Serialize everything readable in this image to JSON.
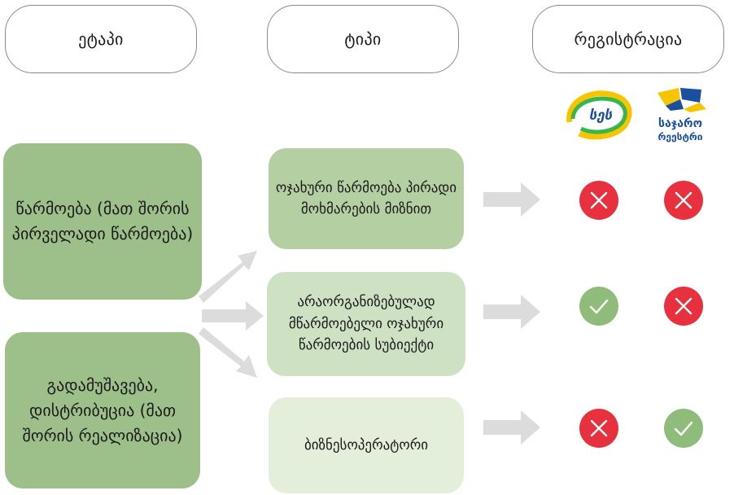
{
  "headers": {
    "stage": "ეტაპი",
    "type": "ტიპი",
    "registration": "რეგისტრაცია"
  },
  "logos": {
    "ses": {
      "text": "სეს"
    },
    "registry": {
      "line1": "საჯარო",
      "line2": "რეესტრი"
    }
  },
  "stages": [
    {
      "label": "წარმოება (მათ შორის პირველადი წარმოება)"
    },
    {
      "label": "გადამუშავება, დისტრიბუცია (მათ შორის რეალიზაცია)"
    }
  ],
  "types": [
    {
      "label": "ოჯახური წარმოება პირადი მოხმარების მიზნით",
      "ses_registration": "no",
      "registry_registration": "no"
    },
    {
      "label": "არაორგანიზებულად მწარმოებელი ოჯახური წარმოების სუბიექტი",
      "ses_registration": "yes",
      "registry_registration": "no"
    },
    {
      "label": "ბიზნესოპერატორი",
      "ses_registration": "no",
      "registry_registration": "yes"
    }
  ],
  "colors": {
    "no": "#e8313f",
    "yes": "#8fbc7a",
    "arrow": "#dcdcdc",
    "stage_box": "#9dbf8a"
  }
}
